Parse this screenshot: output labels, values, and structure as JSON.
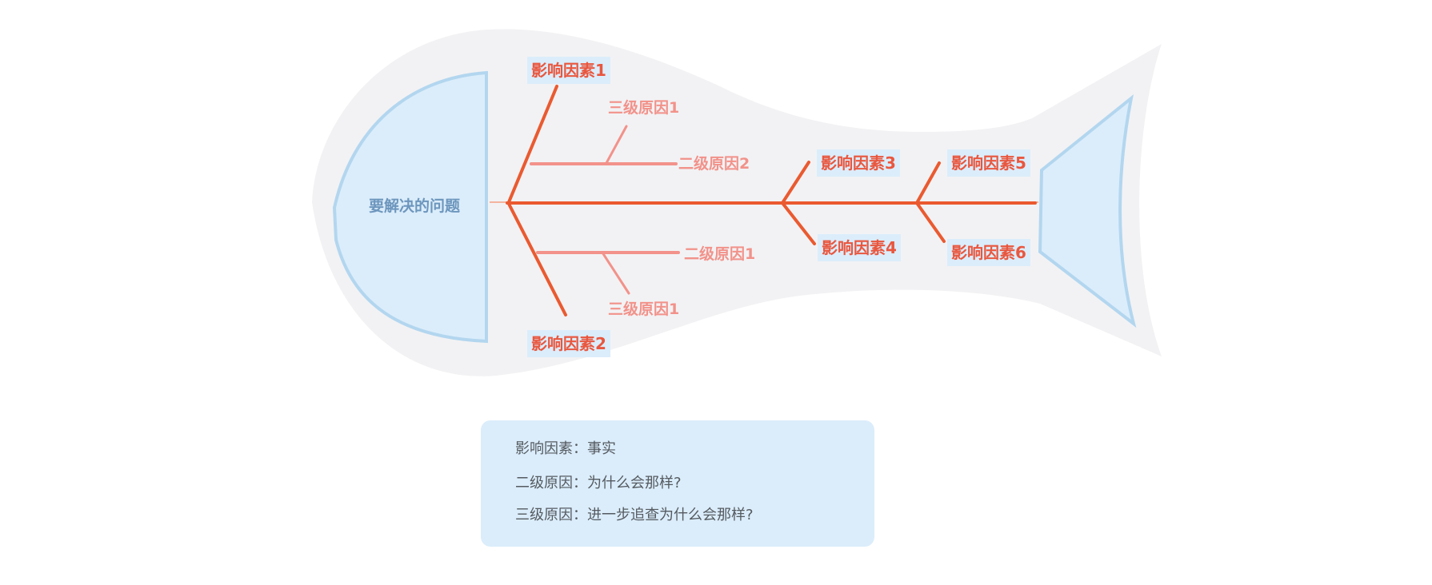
{
  "colors": {
    "body_fill": "#f2f2f4",
    "head_fill": "#dbedfb",
    "head_stroke": "#b3d6ef",
    "bone_main": "#ea5a30",
    "bone_secondary": "#f2928a",
    "factor_text": "#e9573f",
    "cause_text": "#f2928a",
    "problem_text": "#6d96bd"
  },
  "diagram": {
    "problem": "要解决的问题",
    "factors": {
      "f1": "影响因素1",
      "f2": "影响因素2",
      "f3": "影响因素3",
      "f4": "影响因素4",
      "f5": "影响因素5",
      "f6": "影响因素6"
    },
    "causes": {
      "secondary_upper": "二级原因2",
      "tertiary_upper": "三级原因1",
      "secondary_lower": "二级原因1",
      "tertiary_lower": "三级原因1"
    }
  },
  "legend": {
    "row1": "影响因素：事实",
    "row2": "二级原因：为什么会那样?",
    "row3": "三级原因：进一步追查为什么会那样?"
  }
}
